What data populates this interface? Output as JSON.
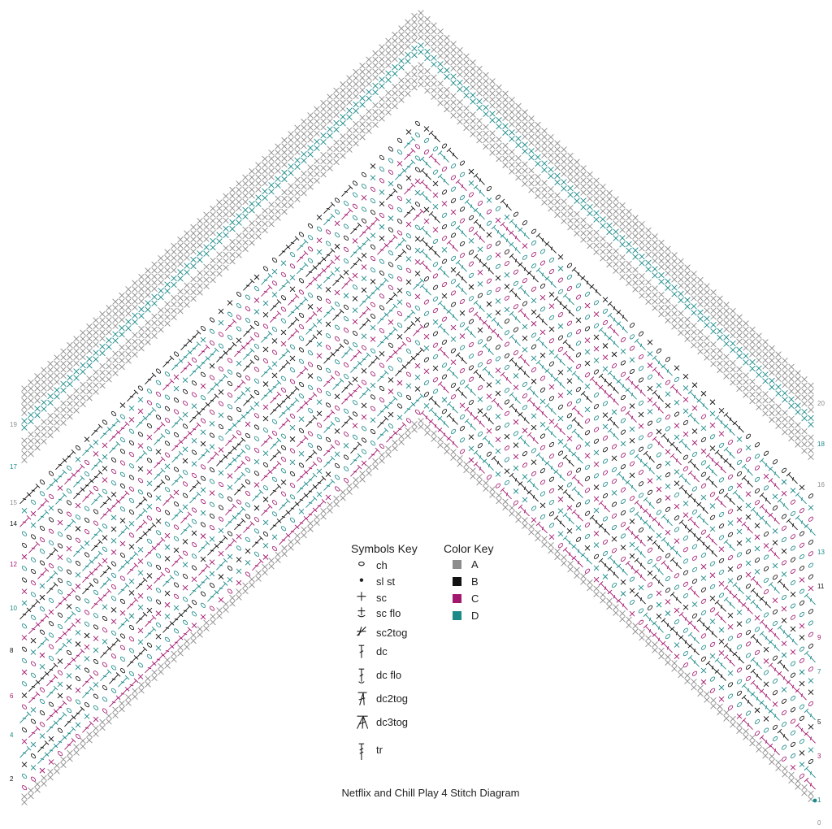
{
  "caption": "Netflix and Chill Play 4 Stitch Diagram",
  "symbols_key": {
    "title": "Symbols Key",
    "items": [
      {
        "icon": "chain-oval-icon",
        "label": "ch"
      },
      {
        "icon": "slip-stitch-dot-icon",
        "label": "sl st"
      },
      {
        "icon": "single-crochet-plus-icon",
        "label": "sc"
      },
      {
        "icon": "single-crochet-flo-icon",
        "label": "sc flo"
      },
      {
        "icon": "sc2tog-icon",
        "label": "sc2tog"
      },
      {
        "icon": "double-crochet-icon",
        "label": "dc"
      },
      {
        "icon": "double-crochet-flo-icon",
        "label": "dc flo"
      },
      {
        "icon": "dc2tog-icon",
        "label": "dc2tog"
      },
      {
        "icon": "dc3tog-icon",
        "label": "dc3tog"
      },
      {
        "icon": "treble-crochet-icon",
        "label": "tr"
      }
    ]
  },
  "color_key": {
    "title": "Color Key",
    "items": [
      {
        "label": "A",
        "color": "#8c8c8c"
      },
      {
        "label": "B",
        "color": "#111111"
      },
      {
        "label": "C",
        "color": "#a3186f"
      },
      {
        "label": "D",
        "color": "#1d8a8a"
      }
    ]
  },
  "left_row_numbers": [
    {
      "label": "19",
      "color": "#8c8c8c"
    },
    {
      "label": "17",
      "color": "#1d8a8a"
    },
    {
      "label": "15",
      "color": "#8c8c8c"
    },
    {
      "label": "14",
      "color": "#111111"
    },
    {
      "label": "12",
      "color": "#a3186f"
    },
    {
      "label": "10",
      "color": "#1d8a8a"
    },
    {
      "label": "8",
      "color": "#111111"
    },
    {
      "label": "6",
      "color": "#a3186f"
    },
    {
      "label": "4",
      "color": "#1d8a8a"
    },
    {
      "label": "2",
      "color": "#111111"
    }
  ],
  "right_row_numbers": [
    {
      "label": "20",
      "color": "#8c8c8c"
    },
    {
      "label": "18",
      "color": "#1d8a8a"
    },
    {
      "label": "16",
      "color": "#8c8c8c"
    },
    {
      "label": "13",
      "color": "#1d8a8a"
    },
    {
      "label": "11",
      "color": "#111111"
    },
    {
      "label": "9",
      "color": "#a3186f"
    },
    {
      "label": "7",
      "color": "#1d8a8a"
    },
    {
      "label": "5",
      "color": "#111111"
    },
    {
      "label": "3",
      "color": "#a3186f"
    },
    {
      "label": "1",
      "color": "#1d8a8a"
    },
    {
      "label": "0",
      "color": "#8c8c8c"
    }
  ],
  "colors": {
    "A": "#8c8c8c",
    "B": "#111111",
    "C": "#a3186f",
    "D": "#1d8a8a"
  }
}
